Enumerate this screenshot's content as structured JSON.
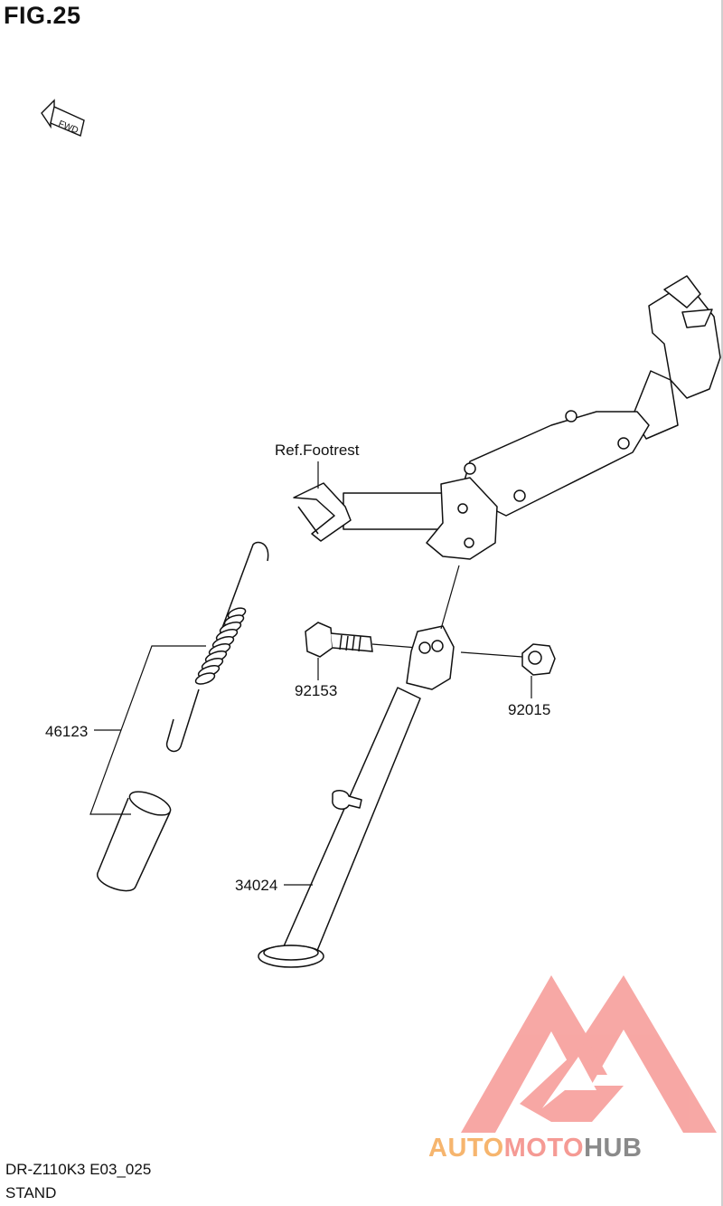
{
  "figure": {
    "title": "FIG.25"
  },
  "direction_marker": {
    "text": "FWD",
    "icon": "fwd-arrow-icon"
  },
  "reference": {
    "label": "Ref.Footrest"
  },
  "parts": [
    {
      "number": "46123"
    },
    {
      "number": "92153"
    },
    {
      "number": "92015"
    },
    {
      "number": "34024"
    }
  ],
  "footer": {
    "model_code": "DR-Z110K3 E03_025",
    "section_name": "STAND"
  },
  "watermark": {
    "brand_part1": "AUTO",
    "brand_part2": "MOTO",
    "brand_part3": "HUB",
    "colors": {
      "auto": "#f6b56e",
      "moto": "#f59a94",
      "hub": "#8a8a8a",
      "logo": "#f7a3a0"
    }
  }
}
